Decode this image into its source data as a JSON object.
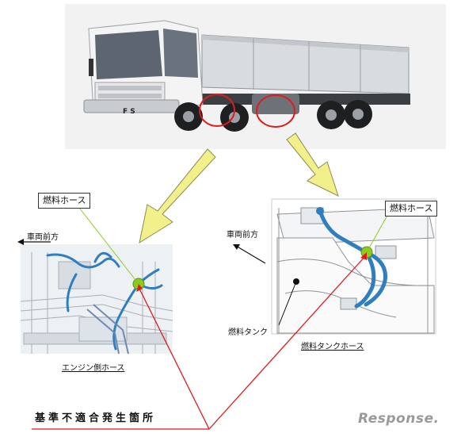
{
  "labels": {
    "fuel_hose_left": "燃料ホース",
    "fuel_hose_right": "燃料ホース",
    "vehicle_front_left": "車両前方",
    "vehicle_front_right": "車両前方",
    "fuel_tank": "燃料タンク",
    "engine_side_hose": "エンジン側ホース",
    "fuel_tank_hose": "燃料タンクホース",
    "nonconformity_location": "基準不適合発生箇所"
  },
  "truck": {
    "cab_badge": "F S"
  },
  "watermark": "Response.",
  "colors": {
    "marker_green": "#8ccc1c",
    "callout_red": "#e01b1b",
    "arrow_yellow": "#f2f08a",
    "hose_blue": "#2f7fc0"
  }
}
